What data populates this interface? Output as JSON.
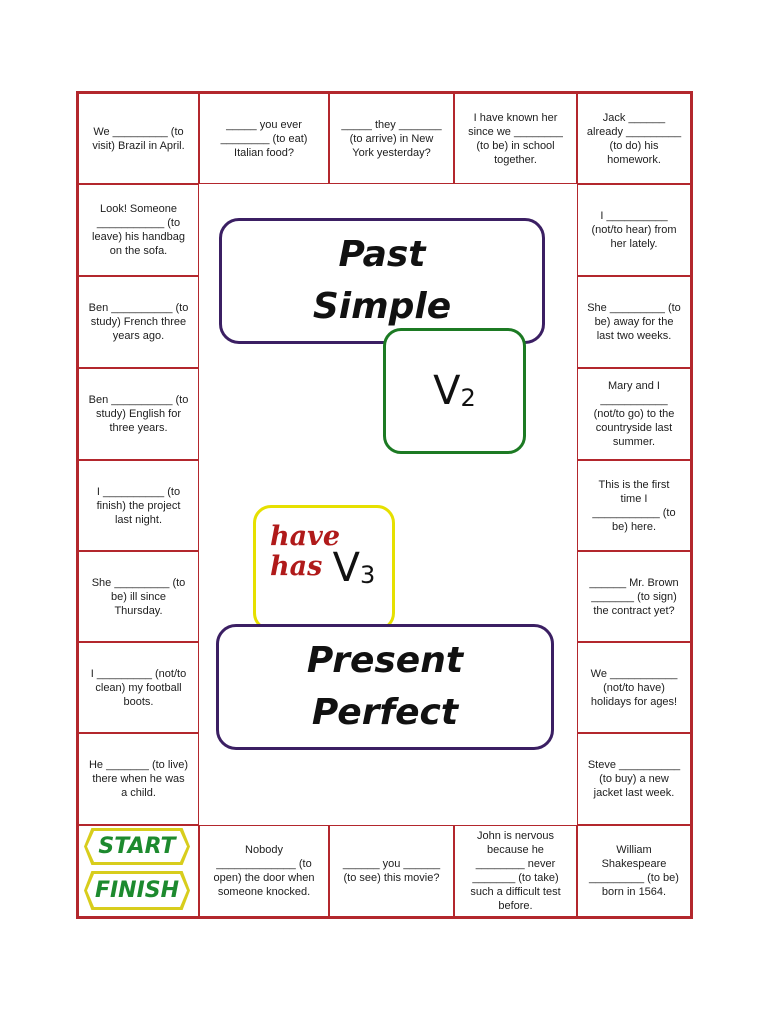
{
  "colors": {
    "border": "#b3272d",
    "title_border": "#3b1f63",
    "v2_border": "#1c7a23",
    "v3_border": "#e6e000",
    "have_has": "#b01a1a",
    "start_finish_text": "#1d8a2e",
    "start_finish_border": "#d8cd1c"
  },
  "top_row": [
    "We _________ (to\nvisit) Brazil in April.",
    "_____ you ever\n________ (to eat)\nItalian food?",
    "_____ they _______\n(to arrive) in New\nYork yesterday?",
    "I have known her\nsince we ________\n(to be) in school\ntogether.",
    "Jack ______\nalready _________\n(to do) his\nhomework."
  ],
  "left_column": [
    "Look! Someone\n___________ (to\nleave) his handbag\non the sofa.",
    "Ben __________ (to\nstudy) French three\nyears ago.",
    "Ben __________ (to\nstudy) English for\nthree years.",
    "I __________ (to\nfinish) the project\nlast night.",
    "She _________ (to\nbe) ill since\nThursday.",
    "I _________ (not/to\nclean) my football\nboots.",
    "He _______ (to live)\nthere when he was\na child."
  ],
  "right_column": [
    "I __________\n(not/to hear) from\nher lately.",
    "She _________ (to\nbe) away for the\nlast two weeks.",
    "Mary and I\n___________\n(not/to go) to the\ncountryside last\nsummer.",
    "This is the first\ntime I\n___________ (to\nbe) here.",
    "______ Mr. Brown\n_______ (to sign)\nthe contract yet?",
    "We ___________\n(not/to have)\nholidays for ages!",
    "Steve __________\n(to buy) a new\njacket last week."
  ],
  "bottom_row": [
    "Nobody\n_____________ (to\nopen) the door when\nsomeone knocked.",
    "______ you ______\n(to see) this movie?",
    "John is nervous\nbecause he\n________ never\n_______ (to take)\nsuch a difficult test\nbefore.",
    "William\nShakespeare\n_________ (to be)\nborn in 1564."
  ],
  "start_label": "START",
  "finish_label": "FINISH",
  "past_simple_title": "Past\nSimple",
  "past_simple_verb": "V",
  "past_simple_sub": "2",
  "present_perfect_title": "Present\nPerfect",
  "have_has_text": "have\nhas",
  "present_perfect_verb": "V",
  "present_perfect_sub": "3"
}
